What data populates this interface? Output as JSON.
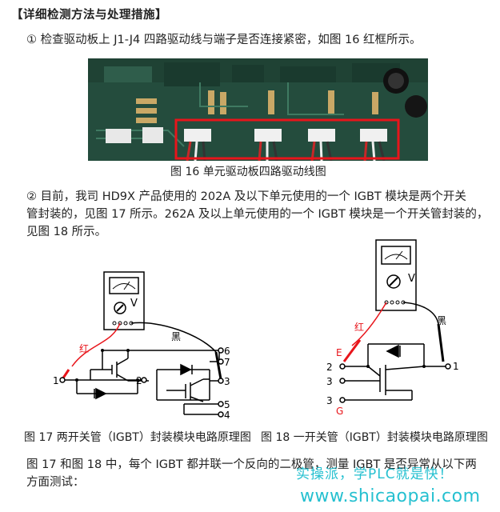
{
  "section_heading": "【详细检测方法与处理措施】",
  "para1": "① 检查驱动板上 J1-J4 四路驱动线与端子是否连接紧密，如图 16 红框所示。",
  "fig16_caption": "图 16 单元驱动板四路驱动线图",
  "para2": {
    "line1": "② 目前，我司 HD9X 产品使用的 202A 及以下单元使用的一个 IGBT 模块是两个开关",
    "line2": "管封装的，见图 17 所示。262A 及以上单元使用的一个 IGBT 模块是一个开关管封装的，",
    "line3": "见图 18 所示。"
  },
  "fig17": {
    "caption": "图 17 两开关管（IGBT）封装模块电路原理图",
    "red_label": "红",
    "black_label": "黑",
    "meter_letter": "V",
    "terminals": [
      "1",
      "2",
      "3",
      "4",
      "5",
      "6",
      "7"
    ]
  },
  "fig18": {
    "caption": "图 18 一开关管（IGBT）封装模块电路原理图",
    "red_label": "红",
    "black_label": "黑",
    "meter_letter": "V",
    "terminals": [
      "1",
      "2",
      "3"
    ],
    "e_label": "E",
    "g_label": "G"
  },
  "para3": {
    "line1": "图 17 和图 18 中，每个 IGBT 都并联一个反向的二极管，测量 IGBT 是否异常从以下两",
    "line2": "方面测试："
  },
  "watermark": {
    "line1": "实操派，学PLC就是快！",
    "line2": "www.shicaopai.com"
  },
  "colors": {
    "red_box": "#e8151b",
    "red_probe": "#e8151b",
    "watermark": "#00b6c8",
    "pcb": "#2b5847"
  }
}
